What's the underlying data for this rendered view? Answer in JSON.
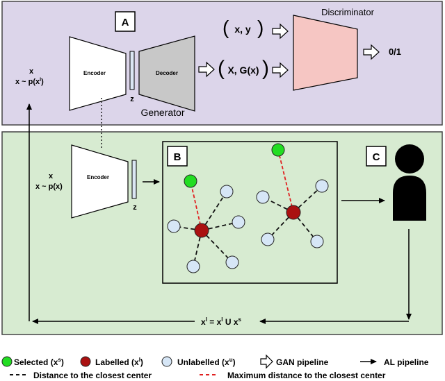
{
  "gan_panel": {
    "label": "A",
    "encoder_label": "Encoder",
    "decoder_label": "Decoder",
    "z_label": "z",
    "generator_label": "Generator",
    "input_x": "x",
    "input_dist": "x ~ p(x",
    "input_dist_sup": "l",
    "input_dist_close": ")",
    "pair_real": "x, y",
    "pair_fake": "X, G(x)",
    "discriminator_label": "Discriminator",
    "output_label": "0/1",
    "colors": {
      "background": "#dcd5ea",
      "generator": "#c8c8c8",
      "discriminator": "#f6c6c3"
    }
  },
  "al_panel": {
    "encoder_label": "Encoder",
    "z_label": "z",
    "input_x": "x",
    "input_dist": "x ~ p(x)",
    "cluster_label": "B",
    "oracle_label": "C",
    "update_rule": "x",
    "update_rule_sup1": "l",
    "update_rule_mid": " = x",
    "update_rule_sup2": "l",
    "update_rule_mid2": " U x",
    "update_rule_sup3": "s",
    "colors": {
      "background": "#d7ebd1",
      "selected": "#22dd22",
      "labelled": "#aa1111",
      "unlabelled": "#d6e6f6"
    }
  },
  "legend": {
    "selected": "Selected (x",
    "selected_sup": "s",
    "labelled": "Labelled (x",
    "labelled_sup": "l",
    "unlabelled": "Unlabelled (x",
    "unlabelled_sup": "u",
    "close": ")",
    "gan_pipeline": "GAN pipeline",
    "al_pipeline": "AL pipeline",
    "closest_center": "Distance to the closest center",
    "max_distance": "Maximum distance to the closest center"
  }
}
